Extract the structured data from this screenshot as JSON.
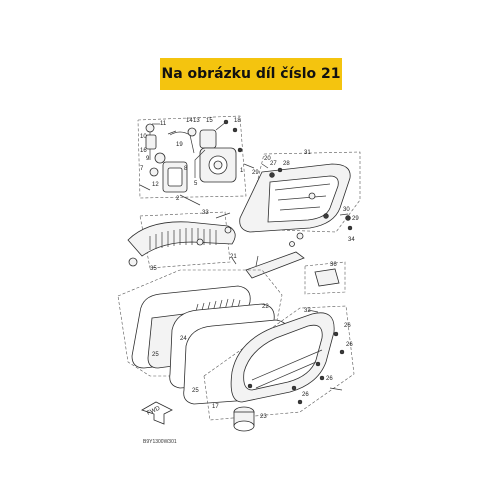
{
  "banner": {
    "text": "Na obrázku díl číslo 21"
  },
  "diagram_ref": "B9Y1300W301",
  "fwd_label": "FWD",
  "callouts": {
    "c1": "11",
    "c2": "14",
    "c3": "13",
    "c4": "15",
    "c5": "10",
    "c6": "16",
    "c7": "19",
    "c8": "18",
    "c9": "9",
    "c10": "7",
    "c11": "12",
    "c12": "8",
    "c13": "5",
    "c14": "1",
    "c15": "2",
    "c16": "20",
    "c17": "27",
    "c18": "28",
    "c19": "30",
    "c20": "29",
    "c21": "29",
    "c22": "34",
    "c23": "31",
    "c24": "33",
    "c25": "21",
    "c26": "35",
    "c27": "36",
    "c28": "32",
    "c29": "24",
    "c30": "22",
    "c31": "25",
    "c32": "26",
    "c33": "26",
    "c34": "26",
    "c35": "26",
    "c36": "17",
    "c37": "23",
    "c38": "25"
  }
}
